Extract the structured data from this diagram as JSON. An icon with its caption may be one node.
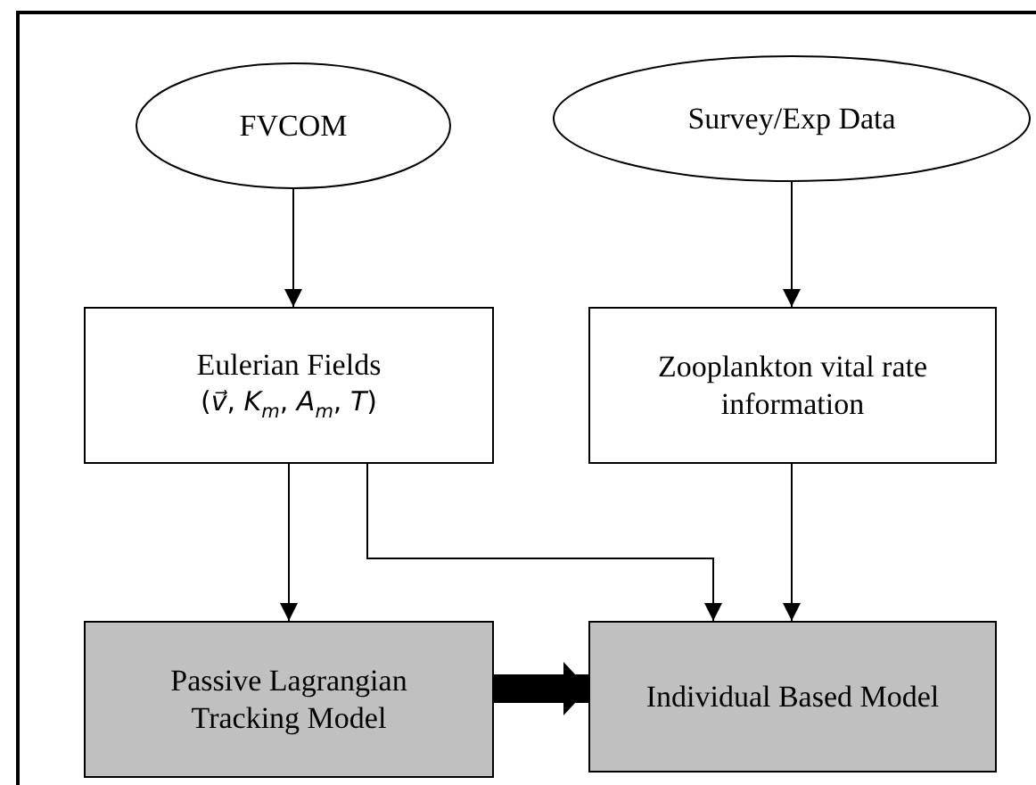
{
  "diagram": {
    "nodes": [
      {
        "text": [
          "FVCOM"
        ]
      },
      {
        "text": [
          "Survey/Exp Data"
        ]
      },
      {
        "text": [
          "Eulerian Fields",
          "(*v⃗*, *K*$_{m}$, *A*$_{m}$, *T*)"
        ]
      },
      {
        "text": [
          "Zooplankton vital rate information"
        ]
      },
      {
        "text": [
          "Passive Lagrangian Tracking Model"
        ]
      },
      {
        "text": [
          "Individual Based Model"
        ]
      }
    ],
    "edges": [
      {
        "from": 0,
        "to": 2,
        "arrow": "to"
      },
      {
        "from": 1,
        "to": 3,
        "arrow": "to"
      },
      {
        "from": 2,
        "to": 4,
        "arrow": "to"
      },
      {
        "from": 2,
        "to": 5,
        "arrow": "to"
      },
      {
        "from": 3,
        "to": 5,
        "arrow": "to"
      },
      {
        "from": 4,
        "to": 5,
        "arrow": "to",
        "style": "thick"
      }
    ]
  }
}
